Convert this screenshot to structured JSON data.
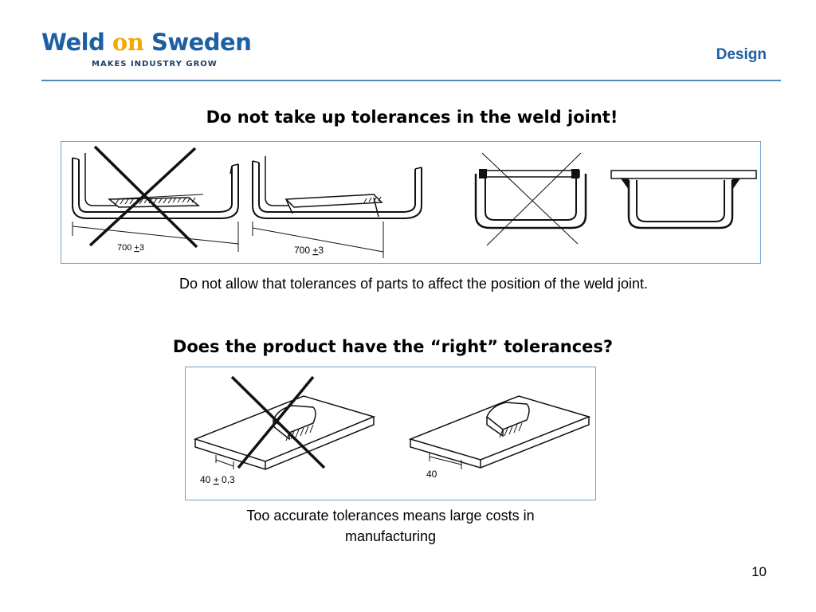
{
  "header": {
    "logo_part1": "Weld ",
    "logo_part2": "on",
    "logo_part3": " Sweden",
    "logo_tagline": "MAKES INDUSTRY GROW",
    "section": "Design",
    "colors": {
      "brand_blue": "#1d5fa3",
      "brand_gold": "#f2a900",
      "rule": "#4a8bc2"
    }
  },
  "slide1": {
    "heading": "Do not take up tolerances in the weld joint!",
    "dim_left": "700 ",
    "dim_left_tol": "+",
    "dim_left_val": "3",
    "dim_right": "700 ",
    "dim_right_tol": "+",
    "dim_right_val": "3",
    "caption": "Do not allow that tolerances of parts to affect the position of the weld joint."
  },
  "slide2": {
    "heading": "Does the product have the “right” tolerances?",
    "dim_left": "40 ",
    "dim_left_tol": "+",
    "dim_left_val": " 0,3",
    "dim_right": "40",
    "caption_line1": "Too accurate tolerances means large costs in",
    "caption_line2": "manufacturing"
  },
  "footer": {
    "page_number": "10"
  }
}
